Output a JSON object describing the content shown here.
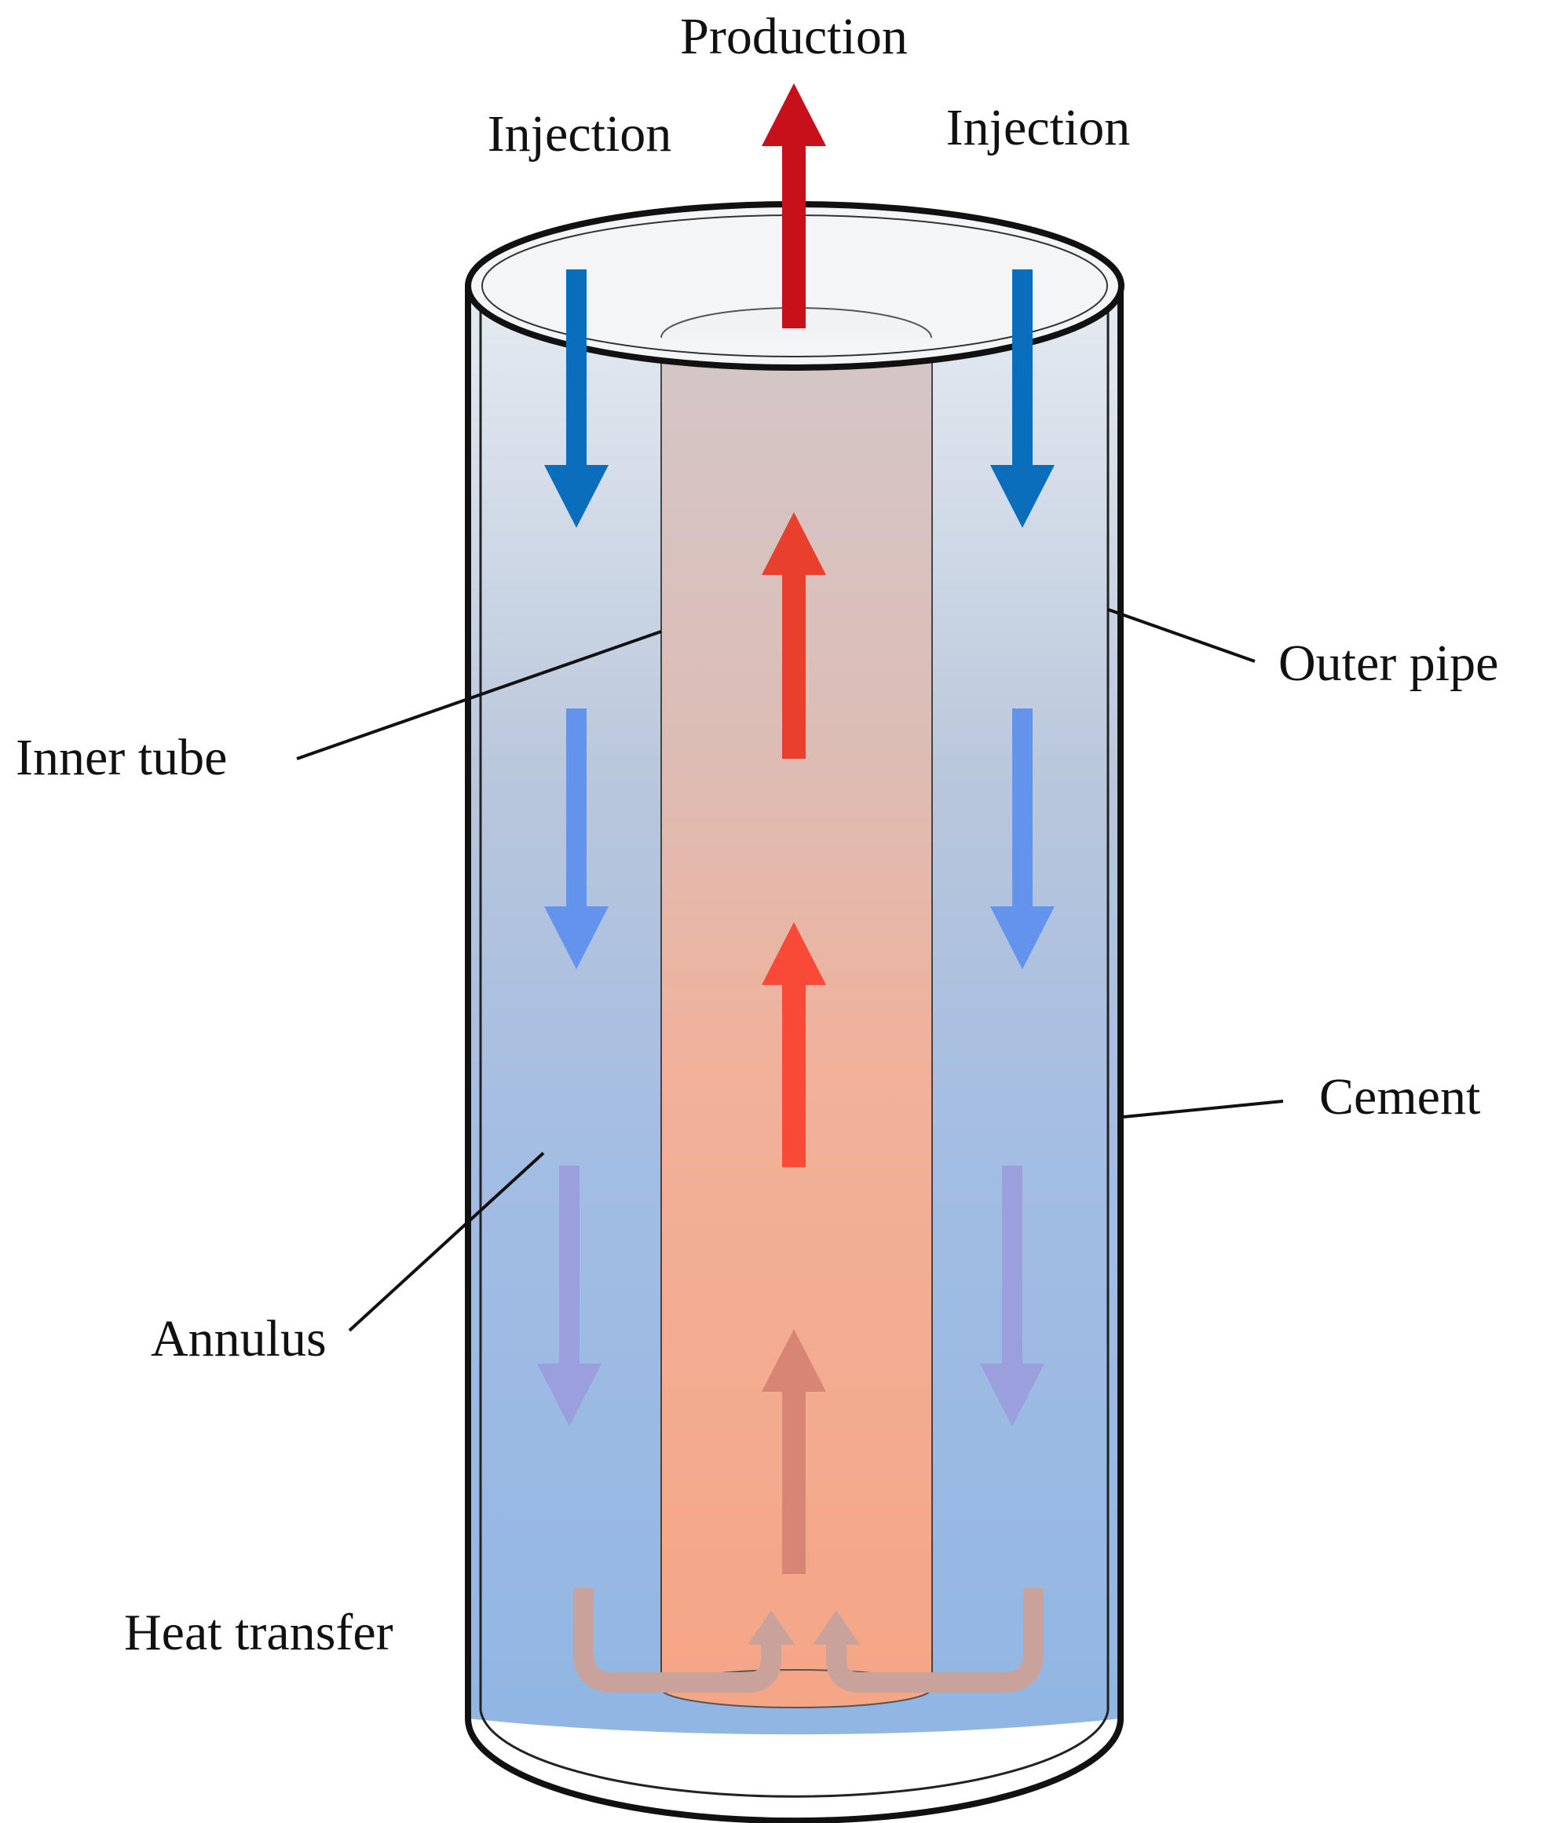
{
  "labels": {
    "production": "Production",
    "injection_left": "Injection",
    "injection_right": "Injection",
    "outer_pipe": "Outer pipe",
    "inner_tube": "Inner tube",
    "cement": "Cement",
    "annulus": "Annulus",
    "heat_transfer": "Heat transfer"
  },
  "colors": {
    "production_arrow": "#c8101a",
    "injection_arrow": "#0a6ebd",
    "annulus_flow_mid": "#6294ee",
    "annulus_flow_low": "#9b9fdc",
    "inner_flow_high": "#e8402c",
    "inner_flow_mid": "#f84a36",
    "inner_flow_low": "#d88576",
    "heat_transfer_arrow": "#c8a29b",
    "annulus_fill_top": "#e6ebf1",
    "annulus_fill_bottom": "#91b6e3",
    "inner_fill_top": "#d4c7c8",
    "inner_fill_bottom": "#f5a687",
    "outline": "#111111"
  }
}
